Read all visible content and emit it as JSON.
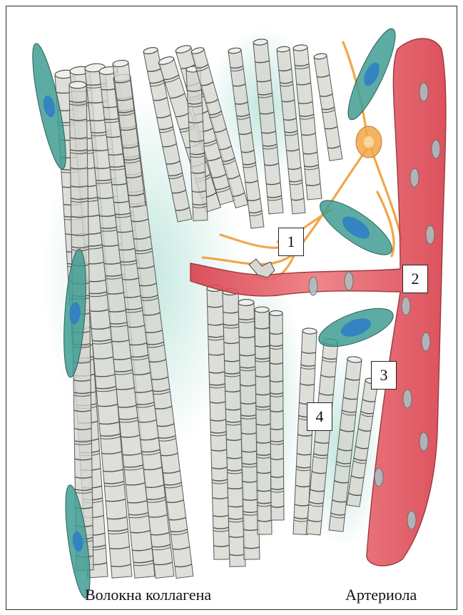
{
  "figure": {
    "markers": [
      {
        "id": "m1",
        "label": "1"
      },
      {
        "id": "m2",
        "label": "2"
      },
      {
        "id": "m3",
        "label": "3"
      },
      {
        "id": "m4",
        "label": "4"
      }
    ],
    "captions": {
      "left": "Волокна коллагена",
      "right": "Артериола"
    },
    "colors": {
      "collagen_fill": "#d6d6d0",
      "collagen_tint": "#bfe3da",
      "collagen_stripe": "#555555",
      "arteriole": "#e8606a",
      "arteriole_dark": "#c83f4c",
      "fibroblast": "#3f9e93",
      "fibroblast_nucleus": "#2f7fc4",
      "nerve": "#f2a648",
      "nerve_light": "#f7d89b"
    }
  }
}
